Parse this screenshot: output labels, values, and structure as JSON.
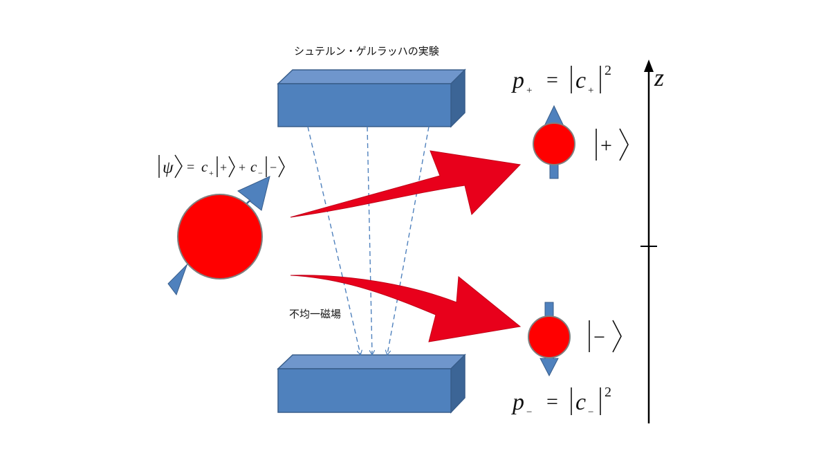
{
  "title": "シュテルン・ゲルラッハの実験",
  "field_label": "不均一磁場",
  "state_equation": {
    "psi": "ψ",
    "equals": "=",
    "c_plus": "c",
    "c_plus_sub": "+",
    "ket_plus": "+",
    "plus_op": "+",
    "c_minus": "c",
    "c_minus_sub": "−",
    "ket_minus": "−"
  },
  "prob_plus": {
    "p": "p",
    "sub": "+",
    "eq": "=",
    "c": "c",
    "c_sub": "+",
    "exp": "2"
  },
  "prob_minus": {
    "p": "p",
    "sub": "−",
    "eq": "=",
    "c": "c",
    "c_sub": "−",
    "exp": "2"
  },
  "ket_up": "+",
  "ket_down": "−",
  "axis_label": "z",
  "colors": {
    "magnet_face": "#4f81bd",
    "magnet_top": "#6f96cc",
    "magnet_side": "#3c6596",
    "magnet_edge": "#385d8a",
    "particle": "#ff0000",
    "particle_edge": "#7f7f7f",
    "spin_arrow": "#4f81bd",
    "beam_arrow": "#e8001b",
    "field_line": "#4f81bd",
    "axis": "#000000"
  }
}
